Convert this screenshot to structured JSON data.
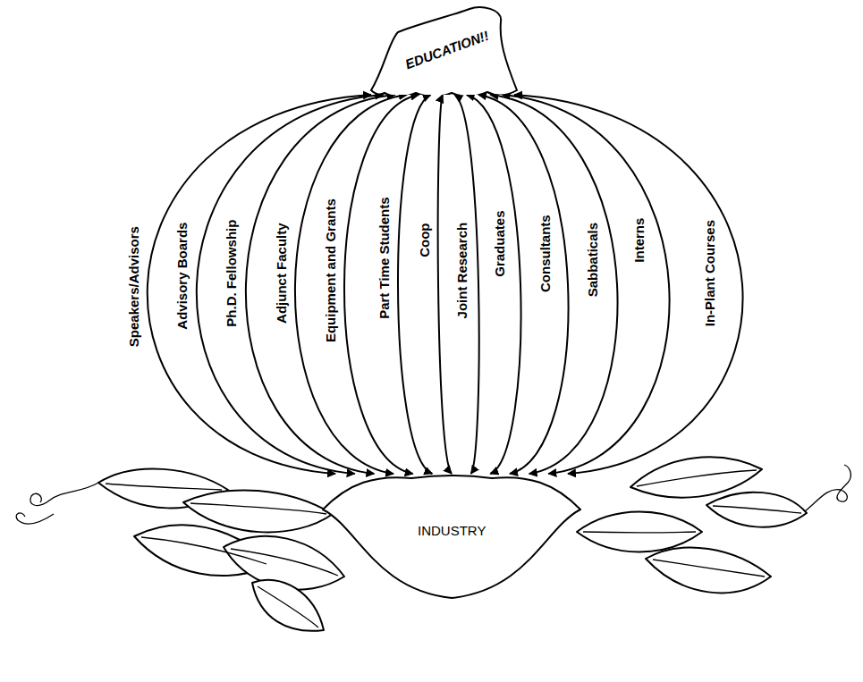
{
  "diagram": {
    "nodes": [
      {
        "text": [
          "EDUCATION!!"
        ]
      },
      {
        "text": [
          "INDUSTRY"
        ]
      }
    ],
    "edges": [
      {
        "from": 0,
        "to": 1,
        "arrow": "both",
        "label": "Speakers/Advisors"
      },
      {
        "from": 0,
        "to": 1,
        "arrow": "both",
        "label": "Advisory Boards"
      },
      {
        "from": 0,
        "to": 1,
        "arrow": "both",
        "label": "Ph.D. Fellowship"
      },
      {
        "from": 0,
        "to": 1,
        "arrow": "both",
        "label": "Adjunct Faculty"
      },
      {
        "from": 0,
        "to": 1,
        "arrow": "both",
        "label": "Equipment and Grants"
      },
      {
        "from": 0,
        "to": 1,
        "arrow": "both",
        "label": "Part Time Students"
      },
      {
        "from": 0,
        "to": 1,
        "arrow": "both",
        "label": "Coop"
      },
      {
        "from": 0,
        "to": 1,
        "arrow": "both",
        "label": "Joint Research"
      },
      {
        "from": 0,
        "to": 1,
        "arrow": "both",
        "label": "Graduates"
      },
      {
        "from": 0,
        "to": 1,
        "arrow": "both",
        "label": "Consultants"
      },
      {
        "from": 0,
        "to": 1,
        "arrow": "both",
        "label": "Sabbaticals"
      },
      {
        "from": 0,
        "to": 1,
        "arrow": "both",
        "label": "Interns"
      },
      {
        "from": 0,
        "to": 1,
        "arrow": "both",
        "label": "In-Plant Courses"
      }
    ]
  }
}
